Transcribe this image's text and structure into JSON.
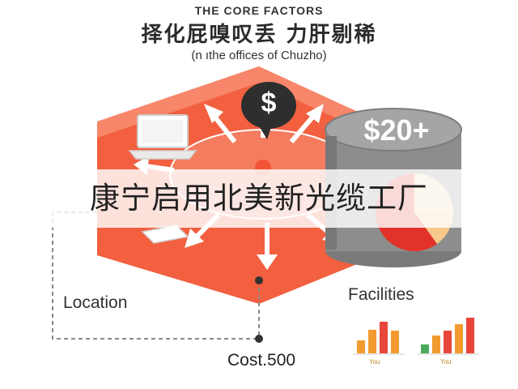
{
  "header": {
    "top_label": "THE CORE FACTORS",
    "title_cn": "择化屁嗅叹丢 力肝剔稀",
    "subtitle": "(n ıthe offices of Chuzho)"
  },
  "overlay": {
    "text": "康宁启用北美新光缆工厂"
  },
  "diagram": {
    "coin_amount": "$20+",
    "dollar_symbol": "$",
    "location_label": "Location",
    "facilities_label": "Facilities",
    "cost_label": "Cost.500",
    "mini_chart_caption_1": "You",
    "mini_chart_caption_2": "You"
  },
  "colors": {
    "hexagon": "#f2603f",
    "hexagon_light": "#f7866b",
    "cylinder": "#8d8d8d",
    "pie_red": "#e2332a",
    "pie_cream": "#f4d9a4",
    "bar_orange": "#f39a2e",
    "bar_red": "#e8463a",
    "bar_green": "#4caa5c"
  }
}
